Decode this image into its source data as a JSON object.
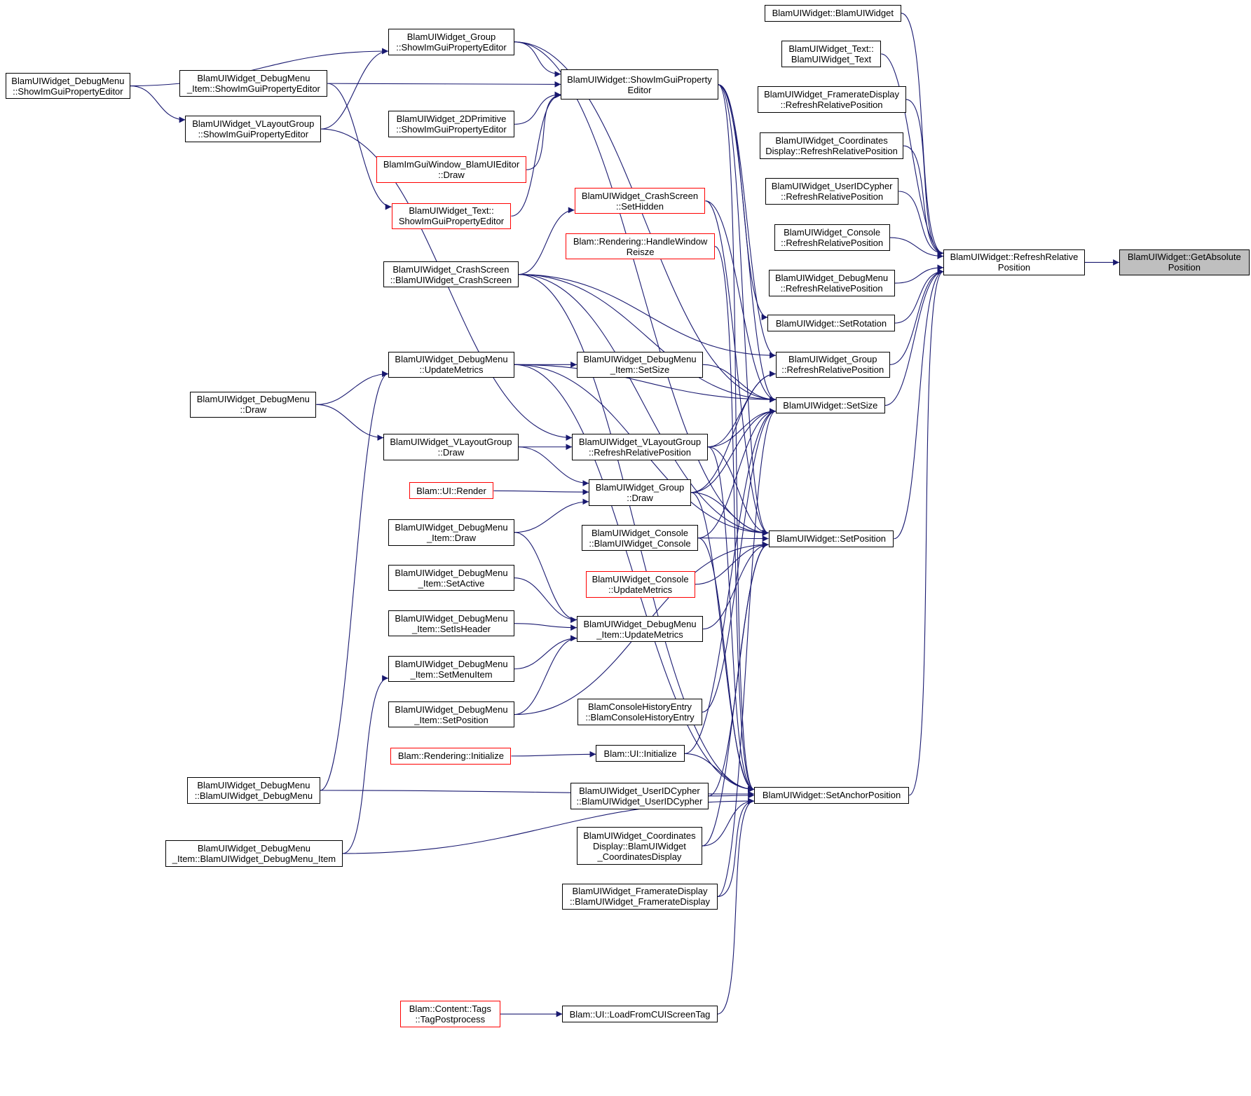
{
  "colors": {
    "edge": "#191970",
    "node_border": "#000000",
    "truncated_border": "#ff0000",
    "focus_fill": "#bfbfbf"
  },
  "nodes": {
    "getabs": {
      "lines": [
        "BlamUIWidget::GetAbsolute",
        "Position"
      ],
      "kind": "focus"
    },
    "rrp": {
      "lines": [
        "BlamUIWidget::RefreshRelative",
        "Position"
      ],
      "kind": "normal"
    },
    "ctor": {
      "lines": [
        "BlamUIWidget::BlamUIWidget"
      ],
      "kind": "normal"
    },
    "textc": {
      "lines": [
        "BlamUIWidget_Text::",
        "BlamUIWidget_Text"
      ],
      "kind": "normal"
    },
    "frrp": {
      "lines": [
        "BlamUIWidget_FramerateDisplay",
        "::RefreshRelativePosition"
      ],
      "kind": "normal"
    },
    "crrp": {
      "lines": [
        "BlamUIWidget_Coordinates",
        "Display::RefreshRelativePosition"
      ],
      "kind": "normal"
    },
    "urrp": {
      "lines": [
        "BlamUIWidget_UserIDCypher",
        "::RefreshRelativePosition"
      ],
      "kind": "normal"
    },
    "conrrp": {
      "lines": [
        "BlamUIWidget_Console",
        "::RefreshRelativePosition"
      ],
      "kind": "normal"
    },
    "dmrrp": {
      "lines": [
        "BlamUIWidget_DebugMenu",
        "::RefreshRelativePosition"
      ],
      "kind": "normal"
    },
    "setrot": {
      "lines": [
        "BlamUIWidget::SetRotation"
      ],
      "kind": "normal"
    },
    "grrp": {
      "lines": [
        "BlamUIWidget_Group",
        "::RefreshRelativePosition"
      ],
      "kind": "normal"
    },
    "setsize": {
      "lines": [
        "BlamUIWidget::SetSize"
      ],
      "kind": "normal"
    },
    "setpos": {
      "lines": [
        "BlamUIWidget::SetPosition"
      ],
      "kind": "normal"
    },
    "setanc": {
      "lines": [
        "BlamUIWidget::SetAnchorPosition"
      ],
      "kind": "normal"
    },
    "showpe": {
      "lines": [
        "BlamUIWidget::ShowImGuiProperty",
        "Editor"
      ],
      "kind": "normal"
    },
    "gshow": {
      "lines": [
        "BlamUIWidget_Group",
        "::ShowImGuiPropertyEditor"
      ],
      "kind": "normal"
    },
    "dmishow": {
      "lines": [
        "BlamUIWidget_DebugMenu",
        "_Item::ShowImGuiPropertyEditor"
      ],
      "kind": "normal"
    },
    "p2show": {
      "lines": [
        "BlamUIWidget_2DPrimitive",
        "::ShowImGuiPropertyEditor"
      ],
      "kind": "normal"
    },
    "imdraw": {
      "lines": [
        "BlamImGuiWindow_BlamUIEditor",
        "::Draw"
      ],
      "kind": "truncated"
    },
    "tshow": {
      "lines": [
        "BlamUIWidget_Text::",
        "ShowImGuiPropertyEditor"
      ],
      "kind": "truncated"
    },
    "dmshow": {
      "lines": [
        "BlamUIWidget_DebugMenu",
        "::ShowImGuiPropertyEditor"
      ],
      "kind": "normal"
    },
    "vlshow": {
      "lines": [
        "BlamUIWidget_VLayoutGroup",
        "::ShowImGuiPropertyEditor"
      ],
      "kind": "normal"
    },
    "cshid": {
      "lines": [
        "BlamUIWidget_CrashScreen",
        "::SetHidden"
      ],
      "kind": "truncated"
    },
    "hwr": {
      "lines": [
        "Blam::Rendering::HandleWindow",
        "Reisze"
      ],
      "kind": "truncated"
    },
    "csctor": {
      "lines": [
        "BlamUIWidget_CrashScreen",
        "::BlamUIWidget_CrashScreen"
      ],
      "kind": "normal"
    },
    "dmum": {
      "lines": [
        "BlamUIWidget_DebugMenu",
        "::UpdateMetrics"
      ],
      "kind": "normal"
    },
    "dmiss": {
      "lines": [
        "BlamUIWidget_DebugMenu",
        "_Item::SetSize"
      ],
      "kind": "normal"
    },
    "dmdraw": {
      "lines": [
        "BlamUIWidget_DebugMenu",
        "::Draw"
      ],
      "kind": "normal"
    },
    "vldraw": {
      "lines": [
        "BlamUIWidget_VLayoutGroup",
        "::Draw"
      ],
      "kind": "normal"
    },
    "vlrrp": {
      "lines": [
        "BlamUIWidget_VLayoutGroup",
        "::RefreshRelativePosition"
      ],
      "kind": "normal"
    },
    "uirender": {
      "lines": [
        "Blam::UI::Render"
      ],
      "kind": "truncated"
    },
    "gdraw": {
      "lines": [
        "BlamUIWidget_Group",
        "::Draw"
      ],
      "kind": "normal"
    },
    "dmidraw": {
      "lines": [
        "BlamUIWidget_DebugMenu",
        "_Item::Draw"
      ],
      "kind": "normal"
    },
    "conctor": {
      "lines": [
        "BlamUIWidget_Console",
        "::BlamUIWidget_Console"
      ],
      "kind": "normal"
    },
    "conum": {
      "lines": [
        "BlamUIWidget_Console",
        "::UpdateMetrics"
      ],
      "kind": "truncated"
    },
    "dmisa": {
      "lines": [
        "BlamUIWidget_DebugMenu",
        "_Item::SetActive"
      ],
      "kind": "normal"
    },
    "dmiih": {
      "lines": [
        "BlamUIWidget_DebugMenu",
        "_Item::SetIsHeader"
      ],
      "kind": "normal"
    },
    "dmium": {
      "lines": [
        "BlamUIWidget_DebugMenu",
        "_Item::UpdateMetrics"
      ],
      "kind": "normal"
    },
    "dmimi": {
      "lines": [
        "BlamUIWidget_DebugMenu",
        "_Item::SetMenuItem"
      ],
      "kind": "normal"
    },
    "dmipos": {
      "lines": [
        "BlamUIWidget_DebugMenu",
        "_Item::SetPosition"
      ],
      "kind": "normal"
    },
    "chctor": {
      "lines": [
        "BlamConsoleHistoryEntry",
        "::BlamConsoleHistoryEntry"
      ],
      "kind": "normal"
    },
    "rinit": {
      "lines": [
        "Blam::Rendering::Initialize"
      ],
      "kind": "truncated"
    },
    "uiinit": {
      "lines": [
        "Blam::UI::Initialize"
      ],
      "kind": "normal"
    },
    "dmctor": {
      "lines": [
        "BlamUIWidget_DebugMenu",
        "::BlamUIWidget_DebugMenu"
      ],
      "kind": "normal"
    },
    "uctor": {
      "lines": [
        "BlamUIWidget_UserIDCypher",
        "::BlamUIWidget_UserIDCypher"
      ],
      "kind": "normal"
    },
    "cdctor": {
      "lines": [
        "BlamUIWidget_Coordinates",
        "Display::BlamUIWidget",
        "_CoordinatesDisplay"
      ],
      "kind": "normal"
    },
    "dmictor": {
      "lines": [
        "BlamUIWidget_DebugMenu",
        "_Item::BlamUIWidget_DebugMenu_Item"
      ],
      "kind": "normal"
    },
    "fdctor": {
      "lines": [
        "BlamUIWidget_FramerateDisplay",
        "::BlamUIWidget_FramerateDisplay"
      ],
      "kind": "normal"
    },
    "tagpp": {
      "lines": [
        "Blam::Content::Tags",
        "::TagPostprocess"
      ],
      "kind": "truncated"
    },
    "loadcui": {
      "lines": [
        "Blam::UI::LoadFromCUIScreenTag"
      ],
      "kind": "normal"
    }
  },
  "edges": [
    [
      "rrp",
      "getabs"
    ],
    [
      "ctor",
      "rrp"
    ],
    [
      "textc",
      "rrp"
    ],
    [
      "frrp",
      "rrp"
    ],
    [
      "crrp",
      "rrp"
    ],
    [
      "urrp",
      "rrp"
    ],
    [
      "conrrp",
      "rrp"
    ],
    [
      "dmrrp",
      "rrp"
    ],
    [
      "setrot",
      "rrp"
    ],
    [
      "grrp",
      "rrp"
    ],
    [
      "setsize",
      "rrp"
    ],
    [
      "setpos",
      "rrp"
    ],
    [
      "setanc",
      "rrp"
    ],
    [
      "gshow",
      "showpe"
    ],
    [
      "dmishow",
      "showpe"
    ],
    [
      "p2show",
      "showpe"
    ],
    [
      "imdraw",
      "showpe"
    ],
    [
      "tshow",
      "showpe"
    ],
    [
      "dmshow",
      "gshow"
    ],
    [
      "vlshow",
      "gshow"
    ],
    [
      "dmshow",
      "vlshow"
    ],
    [
      "dmishow",
      "tshow"
    ],
    [
      "showpe",
      "setrot"
    ],
    [
      "showpe",
      "setsize"
    ],
    [
      "showpe",
      "setpos"
    ],
    [
      "showpe",
      "setanc"
    ],
    [
      "showpe",
      "grrp"
    ],
    [
      "gshow",
      "setsize"
    ],
    [
      "gshow",
      "setpos"
    ],
    [
      "cshid",
      "setsize"
    ],
    [
      "cshid",
      "setpos"
    ],
    [
      "hwr",
      "setanc"
    ],
    [
      "csctor",
      "cshid"
    ],
    [
      "csctor",
      "grrp"
    ],
    [
      "csctor",
      "setsize"
    ],
    [
      "csctor",
      "setanc"
    ],
    [
      "csctor",
      "setpos"
    ],
    [
      "dmum",
      "dmiss"
    ],
    [
      "dmum",
      "setsize"
    ],
    [
      "dmum",
      "setpos"
    ],
    [
      "dmum",
      "setanc"
    ],
    [
      "dmdraw",
      "dmum"
    ],
    [
      "dmdraw",
      "vldraw"
    ],
    [
      "vlshow",
      "vlrrp"
    ],
    [
      "dmiss",
      "setsize"
    ],
    [
      "vldraw",
      "vlrrp"
    ],
    [
      "vldraw",
      "gdraw"
    ],
    [
      "vlrrp",
      "grrp"
    ],
    [
      "vlrrp",
      "setsize"
    ],
    [
      "vlrrp",
      "setpos"
    ],
    [
      "vlrrp",
      "setanc"
    ],
    [
      "uirender",
      "gdraw"
    ],
    [
      "dmidraw",
      "gdraw"
    ],
    [
      "dmidraw",
      "dmium"
    ],
    [
      "gdraw",
      "grrp"
    ],
    [
      "gdraw",
      "setsize"
    ],
    [
      "gdraw",
      "setpos"
    ],
    [
      "gdraw",
      "setanc"
    ],
    [
      "conctor",
      "setsize"
    ],
    [
      "conctor",
      "setpos"
    ],
    [
      "conctor",
      "setanc"
    ],
    [
      "conum",
      "setpos"
    ],
    [
      "dmisa",
      "dmium"
    ],
    [
      "dmiih",
      "dmium"
    ],
    [
      "dmimi",
      "dmium"
    ],
    [
      "dmipos",
      "dmium"
    ],
    [
      "dmipos",
      "setpos"
    ],
    [
      "dmium",
      "setpos"
    ],
    [
      "chctor",
      "setsize"
    ],
    [
      "rinit",
      "uiinit"
    ],
    [
      "uiinit",
      "setsize"
    ],
    [
      "uiinit",
      "setanc"
    ],
    [
      "dmctor",
      "dmum"
    ],
    [
      "dmctor",
      "setanc"
    ],
    [
      "dmictor",
      "dmimi"
    ],
    [
      "dmictor",
      "setanc"
    ],
    [
      "uctor",
      "setanc"
    ],
    [
      "uctor",
      "setpos"
    ],
    [
      "cdctor",
      "setanc"
    ],
    [
      "cdctor",
      "setpos"
    ],
    [
      "fdctor",
      "setanc"
    ],
    [
      "fdctor",
      "setsize"
    ],
    [
      "tagpp",
      "loadcui"
    ],
    [
      "loadcui",
      "setanc"
    ]
  ]
}
